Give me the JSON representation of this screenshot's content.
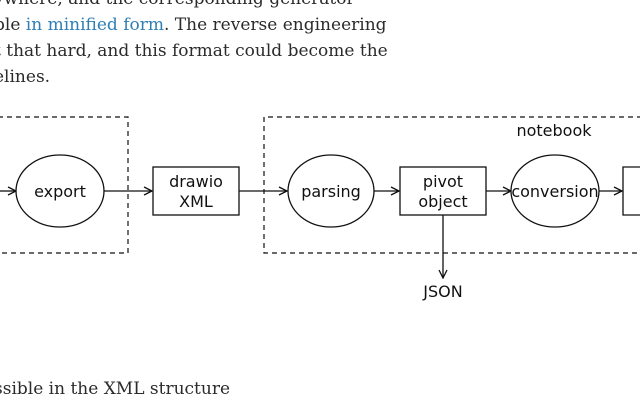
{
  "paragraph": {
    "line1": "ywhere, and the corresponding generator",
    "line2_before": "ble ",
    "line2_link": "in minified form",
    "line2_after": ". The reverse engineering",
    "line3": "t that hard, and this format could become the",
    "line4": "elines."
  },
  "diagram": {
    "group_label": "notebook",
    "nodes": {
      "export": "export",
      "drawio_line1": "drawio",
      "drawio_line2": "XML",
      "parsing": "parsing",
      "pivot_line1": "pivot",
      "pivot_line2": "object",
      "conversion": "conversion",
      "json": "JSON"
    }
  },
  "footer": {
    "line": "ssible in the XML structure"
  },
  "colors": {
    "link": "#2f7fb5",
    "text": "#2b2b2b",
    "stroke": "#111111"
  }
}
